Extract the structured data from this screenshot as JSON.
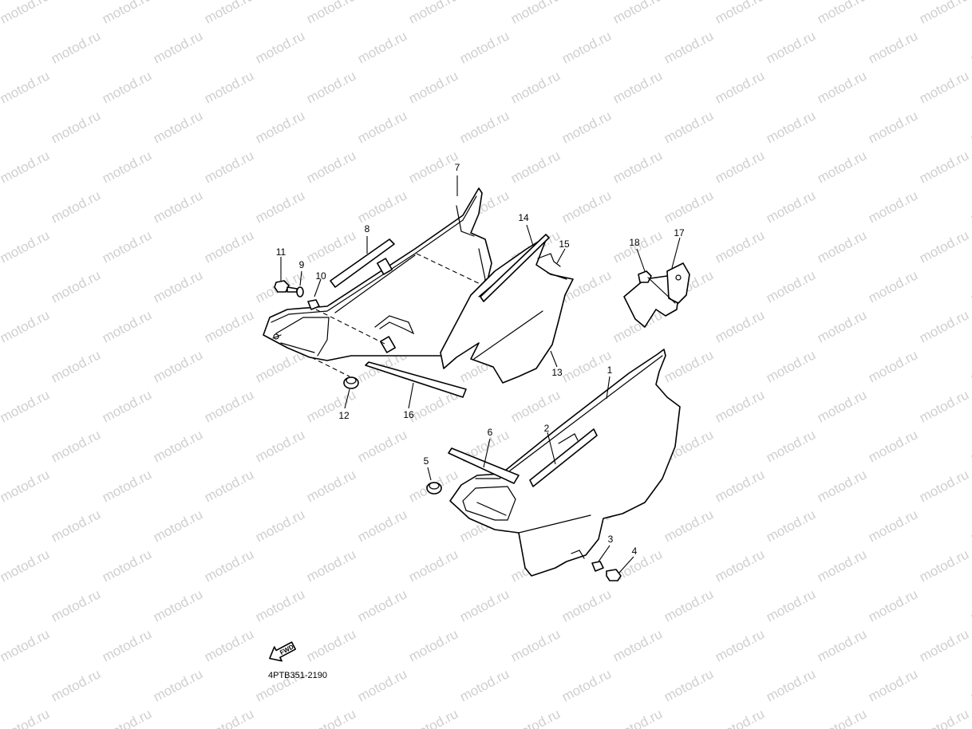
{
  "watermark": {
    "text": "motod.ru"
  },
  "diagram_code": "4PTB351-2190",
  "fwd_label": "FWD",
  "callouts": {
    "1": "1",
    "2": "2",
    "3": "3",
    "4": "4",
    "5": "5",
    "6": "6",
    "7": "7",
    "8": "8",
    "9": "9",
    "10": "10",
    "11": "11",
    "12": "12",
    "13": "13",
    "14": "14",
    "15": "15",
    "16": "16",
    "17": "17",
    "18": "18"
  }
}
